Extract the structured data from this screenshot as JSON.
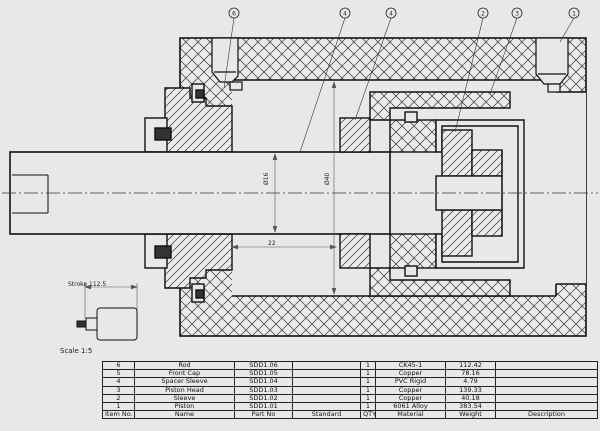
{
  "balloons": [
    "6",
    "4",
    "4",
    "2",
    "3",
    "1"
  ],
  "dimensions": {
    "rod_diameter": "Ø16",
    "bore_diameter": "Ø40",
    "length": "22",
    "stroke": "Stroke  112.5"
  },
  "scale_label": "Scale 1:5",
  "bom": {
    "headers": [
      "Item No.",
      "Name",
      "Part No",
      "Standard",
      "QTY.",
      "Material",
      "Weight",
      "Description"
    ],
    "rows": [
      [
        "6",
        "Rod",
        "SDD1.06",
        "",
        "1",
        "CK45-1",
        "112.42",
        ""
      ],
      [
        "5",
        "Front Cap",
        "SDD1.05",
        "",
        "1",
        "Copper",
        "78.16",
        ""
      ],
      [
        "4",
        "Spacer Sleeve",
        "SDD1.04",
        "",
        "1",
        "PVC Rigid",
        "4.79",
        ""
      ],
      [
        "3",
        "Piston Head",
        "SDD1.03",
        "",
        "1",
        "Copper",
        "139.33",
        ""
      ],
      [
        "2",
        "Sleeve",
        "SDD1.02",
        "",
        "1",
        "Copper",
        "40.18",
        ""
      ],
      [
        "1",
        "Piston",
        "SDD1.01",
        "",
        "1",
        "6061 Alloy",
        "383.54",
        ""
      ]
    ]
  }
}
